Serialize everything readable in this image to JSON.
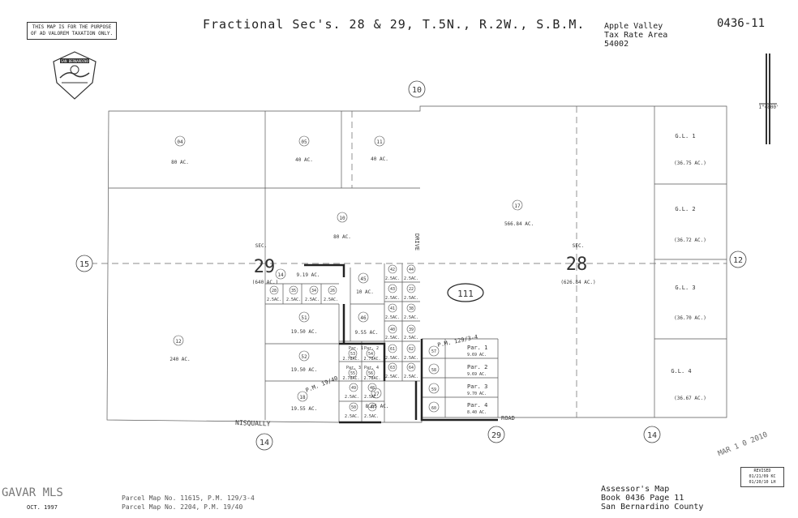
{
  "header": {
    "title": "Fractional Sec's. 28 & 29, T.5N., R.2W., S.B.M.",
    "disclaimer_line1": "THIS MAP IS FOR THE PURPOSE",
    "disclaimer_line2": "OF AD VALOREM TAXATION ONLY.",
    "tax_area_line1": "Apple Valley",
    "tax_area_line2": "Tax Rate Area",
    "tax_area_line3": "54002",
    "map_number": "0436-11",
    "scale": "1\"=800'",
    "seal_text": "SAN BERNARDINO"
  },
  "map": {
    "adjacent_top": "10",
    "adjacent_left": "15",
    "adjacent_right": "12",
    "adjacent_bottom_left": "14",
    "adjacent_bottom_mid": "29",
    "adjacent_bottom_right": "14",
    "road_drive": "DRIVE",
    "road_nisqually": "NISQUALLY",
    "road_road": "ROAD",
    "sec29_label": "SEC.",
    "sec29_num": "29",
    "sec29_area": "(640 AC.)",
    "sec28_label": "SEC.",
    "sec28_num": "28",
    "sec28_area": "(626.84 AC.)",
    "book_oval": "111",
    "pm_1": "P.M. 129/3-4",
    "pm_2": "P.M. 19/40",
    "parcels": {
      "p04": "04",
      "p04_ac": "80 AC.",
      "p05": "05",
      "p05_ac": "40 AC.",
      "p11": "11",
      "p11_ac": "40 AC.",
      "p10": "10",
      "p10_ac": "80 AC.",
      "p17": "17",
      "p17_ac": "566.84 AC.",
      "p12": "12",
      "p12_ac": "240 AC.",
      "p14": "14",
      "p14_ac": "9.19 AC.",
      "p45": "45",
      "p45_ac": "10 AC.",
      "p46": "46",
      "p46_ac": "9.55 AC.",
      "p51": "51",
      "p51_ac": "19.50 AC.",
      "p52": "52",
      "p52_ac": "19.50 AC.",
      "p18": "18",
      "p18_ac": "19.55 AC.",
      "p27": "27",
      "p27_ac": "8.65 AC.",
      "p28": "28",
      "p35": "35",
      "p34": "34",
      "p26": "26",
      "p42": "42",
      "p44": "44",
      "p43": "43",
      "p22": "22",
      "p41": "41",
      "p38": "38",
      "p40": "40",
      "p39": "39",
      "p61": "61",
      "p62": "62",
      "p63": "63",
      "p64": "64",
      "p49": "49",
      "p48": "48",
      "p50": "50",
      "p47": "47",
      "p53": "53",
      "p54": "54",
      "p55": "55",
      "p56": "56",
      "p57": "57",
      "p58": "58",
      "p59": "59",
      "p60": "60",
      "ac25": "2.5AC.",
      "ac278": "2.78AC.",
      "par1": "Par. 1",
      "par2": "Par. 2",
      "par3": "Par. 3",
      "par4": "Par. 4",
      "par1_ac": "9.69 AC.",
      "par2_ac": "9.69 AC.",
      "par3_ac": "9.70 AC.",
      "par4_ac": "8.40 AC.",
      "gl1": "G.L. 1",
      "gl1_ac": "(36.75 AC.)",
      "gl2": "G.L. 2",
      "gl2_ac": "(36.72 AC.)",
      "gl3": "G.L. 3",
      "gl3_ac": "(36.70 AC.)",
      "gl4": "G.L. 4",
      "gl4_ac": "(36.67 AC.)"
    }
  },
  "footer": {
    "watermark": "GAVAR MLS",
    "date": "OCT. 1997",
    "parcel_map_1": "Parcel Map No. 11615, P.M. 129/3-4",
    "parcel_map_2": "Parcel Map No. 2204, P.M. 19/40",
    "assessor_line1": "Assessor's Map",
    "assessor_line2": "Book 0436 Page 11",
    "assessor_line3": "San Bernardino County",
    "stamp_date": "MAR 1 0 2010",
    "revised_label": "REVISED",
    "revised_1": "01/21/09 KC",
    "revised_2": "01/20/10 LH"
  }
}
